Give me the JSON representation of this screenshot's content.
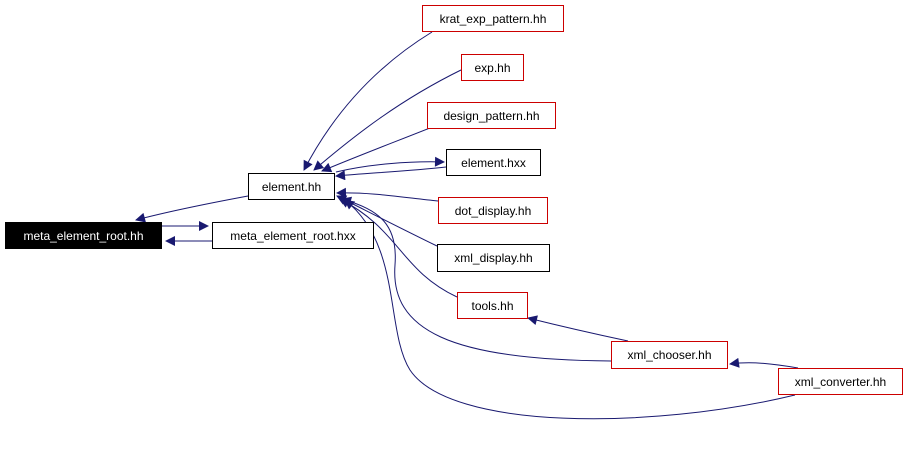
{
  "diagram": {
    "colors": {
      "edge": "#191970",
      "node_border": "#000000",
      "node_border_incomplete": "#cc0000",
      "root_fill": "#000000",
      "root_text": "#ffffff"
    },
    "nodes": {
      "krat_exp_pattern_hh": "krat_exp_pattern.hh",
      "exp_hh": "exp.hh",
      "design_pattern_hh": "design_pattern.hh",
      "element_hxx": "element.hxx",
      "element_hh": "element.hh",
      "dot_display_hh": "dot_display.hh",
      "meta_element_root_hh": "meta_element_root.hh",
      "meta_element_root_hxx": "meta_element_root.hxx",
      "xml_display_hh": "xml_display.hh",
      "tools_hh": "tools.hh",
      "xml_chooser_hh": "xml_chooser.hh",
      "xml_converter_hh": "xml_converter.hh"
    },
    "edges": [
      {
        "from": "meta_element_root_hxx",
        "to": "meta_element_root_hh"
      },
      {
        "from": "meta_element_root_hh",
        "to": "meta_element_root_hxx"
      },
      {
        "from": "element_hh",
        "to": "meta_element_root_hh"
      },
      {
        "from": "krat_exp_pattern_hh",
        "to": "element_hh"
      },
      {
        "from": "exp_hh",
        "to": "element_hh"
      },
      {
        "from": "design_pattern_hh",
        "to": "element_hh"
      },
      {
        "from": "element_hxx",
        "to": "element_hh"
      },
      {
        "from": "element_hh",
        "to": "element_hxx"
      },
      {
        "from": "dot_display_hh",
        "to": "element_hh"
      },
      {
        "from": "xml_display_hh",
        "to": "element_hh"
      },
      {
        "from": "tools_hh",
        "to": "element_hh"
      },
      {
        "from": "xml_chooser_hh",
        "to": "element_hh"
      },
      {
        "from": "xml_converter_hh",
        "to": "element_hh"
      },
      {
        "from": "xml_chooser_hh",
        "to": "tools_hh"
      },
      {
        "from": "xml_converter_hh",
        "to": "xml_chooser_hh"
      }
    ]
  }
}
